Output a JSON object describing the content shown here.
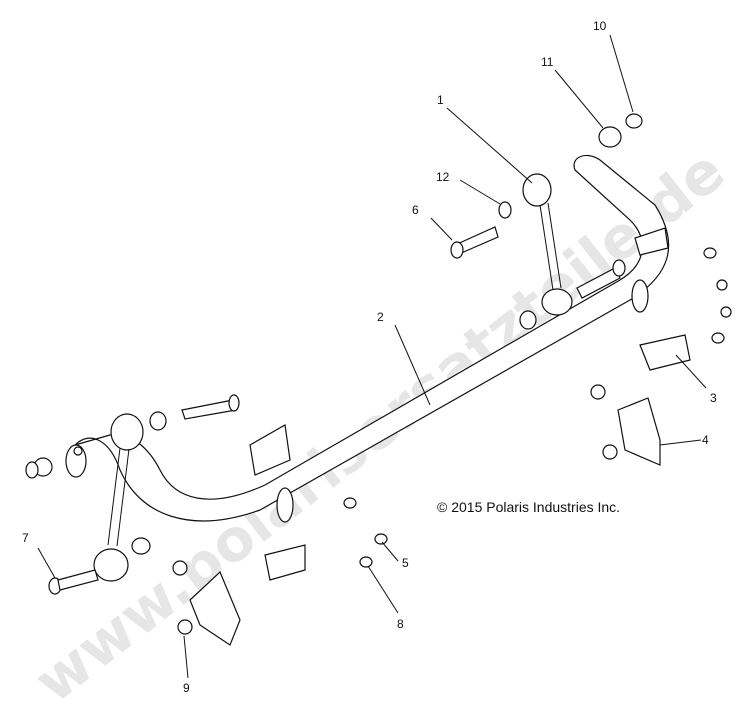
{
  "diagram": {
    "watermark": "www.polarisersatzteile.de",
    "copyright": "© 2015 Polaris Industries Inc.",
    "callouts": [
      {
        "id": "1",
        "label": "1"
      },
      {
        "id": "2",
        "label": "2"
      },
      {
        "id": "3",
        "label": "3"
      },
      {
        "id": "4",
        "label": "4"
      },
      {
        "id": "5",
        "label": "5"
      },
      {
        "id": "6",
        "label": "6"
      },
      {
        "id": "7",
        "label": "7"
      },
      {
        "id": "8",
        "label": "8"
      },
      {
        "id": "9",
        "label": "9"
      },
      {
        "id": "10",
        "label": "10"
      },
      {
        "id": "11",
        "label": "11"
      },
      {
        "id": "12",
        "label": "12"
      }
    ]
  }
}
